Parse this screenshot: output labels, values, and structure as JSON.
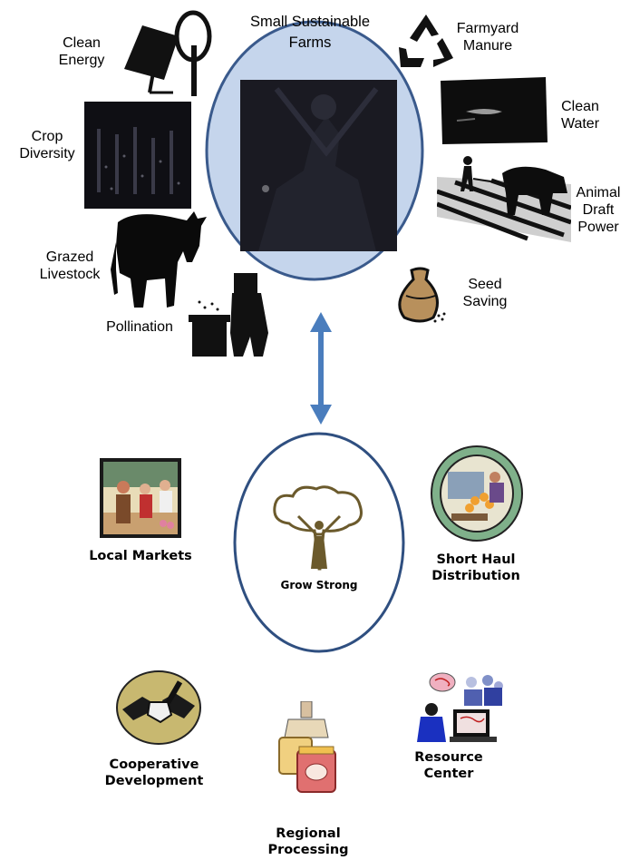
{
  "top_circle": {
    "title_line1": "Small Sustainable",
    "title_line2": "Farms"
  },
  "farm_elements": {
    "clean_energy": [
      "Clean",
      "Energy"
    ],
    "farmyard_manure": [
      "Farmyard",
      "Manure"
    ],
    "clean_water": [
      "Clean",
      "Water"
    ],
    "crop_diversity": [
      "Crop",
      "Diversity"
    ],
    "animal_draft_power": [
      "Animal",
      "Draft",
      "Power"
    ],
    "grazed_livestock": [
      "Grazed",
      "Livestock"
    ],
    "seed_saving": [
      "Seed",
      "Saving"
    ],
    "pollination": "Pollination"
  },
  "center_circle": {
    "label": "Grow Strong"
  },
  "support_elements": {
    "local_markets": "Local Markets",
    "short_haul_distribution": [
      "Short Haul",
      "Distribution"
    ],
    "cooperative_development": [
      "Cooperative",
      "Development"
    ],
    "resource_center": [
      "Resource",
      "Center"
    ],
    "regional_processing": [
      "Regional",
      "Processing"
    ]
  },
  "colors": {
    "top_circle_fill": "#c5d5ec",
    "circle_stroke": "#3a5a8c",
    "arrow": "#4a7dbd",
    "tree": "#6b5a2c"
  },
  "icons": [
    "solar-panel-wind-turbine-icon",
    "recycle-icon",
    "water-icon",
    "crop-field-icon",
    "ox-plough-icon",
    "bull-icon",
    "seed-bag-icon",
    "beekeeper-icon",
    "farmer-photo-icon",
    "tree-person-icon",
    "market-icon",
    "distribution-icon",
    "handshake-icon",
    "computer-user-icon",
    "preserves-jar-icon"
  ]
}
